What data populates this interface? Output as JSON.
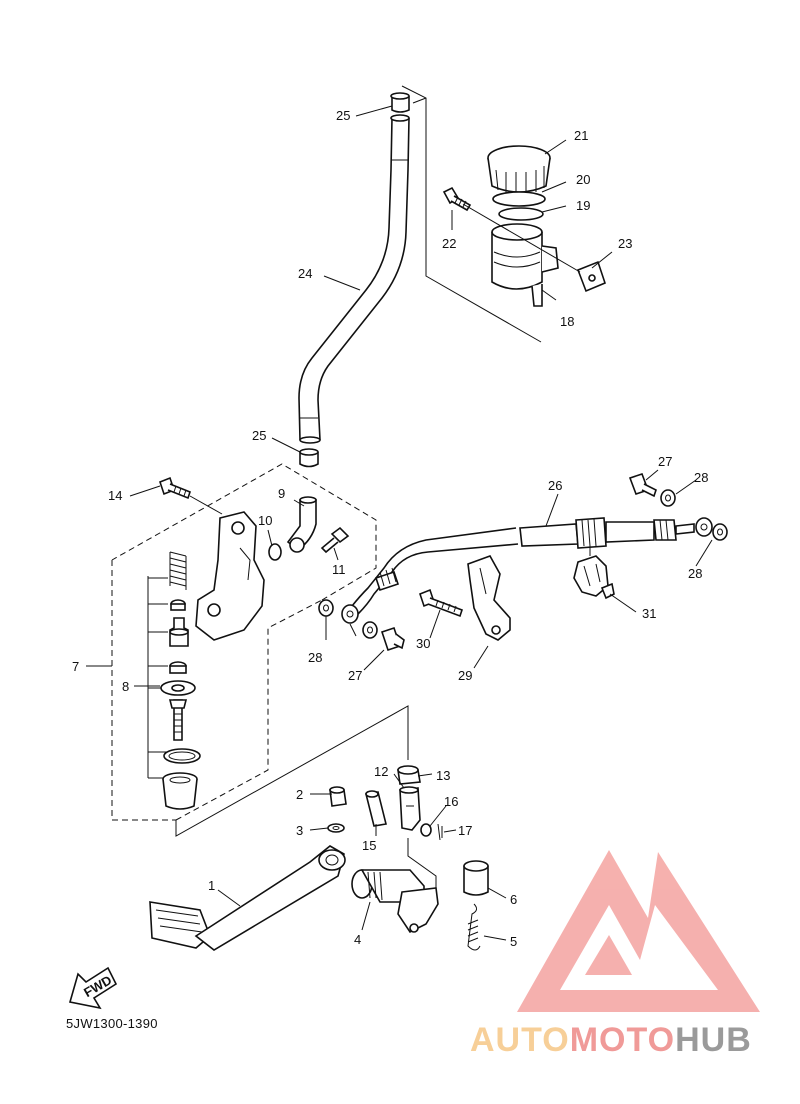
{
  "diagram": {
    "drawing_code": "5JW1300-1390",
    "fwd_label": "FWD",
    "watermark": {
      "part1": "AUTO",
      "part2": "MOTO",
      "part3": "HUB",
      "colors": {
        "auto": "#f7cf98",
        "moto": "#f09a98",
        "hub": "#9a9a9a",
        "triangle": "#f4a3a0"
      }
    },
    "callouts": {
      "n1": "1",
      "n2": "2",
      "n3": "3",
      "n4": "4",
      "n5": "5",
      "n6": "6",
      "n7": "7",
      "n8": "8",
      "n9": "9",
      "n10": "10",
      "n11": "11",
      "n12": "12",
      "n13": "13",
      "n14": "14",
      "n15": "15",
      "n16": "16",
      "n17": "17",
      "n18": "18",
      "n19": "19",
      "n20": "20",
      "n21": "21",
      "n22": "22",
      "n23": "23",
      "n24": "24",
      "n25a": "25",
      "n25b": "25",
      "n26": "26",
      "n27a": "27",
      "n27b": "27",
      "n28a": "28",
      "n28b": "28",
      "n28c": "28",
      "n29": "29",
      "n30": "30",
      "n31": "31"
    }
  }
}
